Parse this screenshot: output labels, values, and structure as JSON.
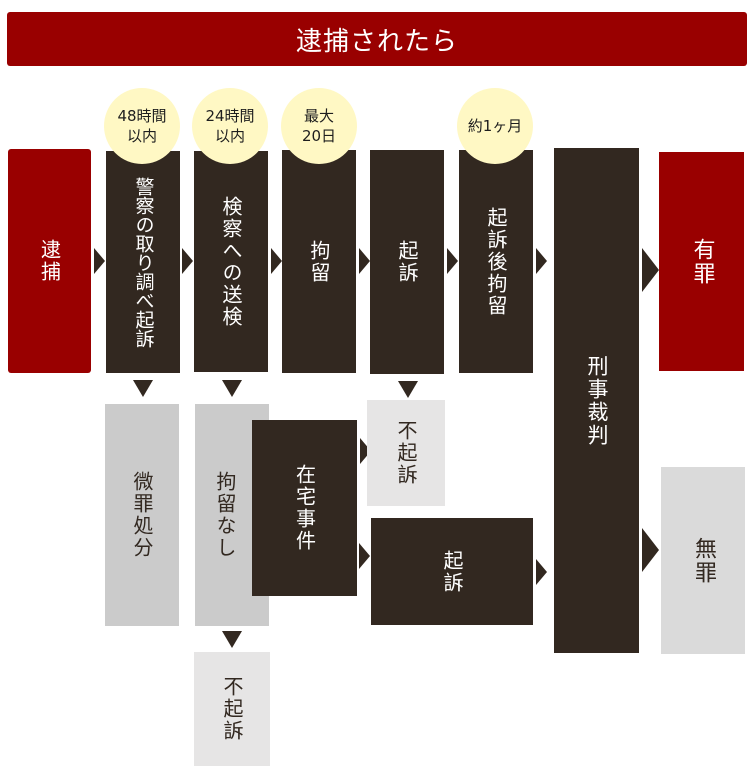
{
  "title": "逮捕されたら",
  "colors": {
    "banner": "#990000",
    "dark_box": "#322820",
    "red_box": "#990000",
    "gray_box": "#cbcbcb",
    "light_box": "#e6e5e5",
    "bubble": "#fff8c4"
  },
  "time_bubbles": [
    {
      "line1": "48時間",
      "line2": "以内"
    },
    {
      "line1": "24時間",
      "line2": "以内"
    },
    {
      "line1": "最大",
      "line2": "20日"
    },
    {
      "line1": "約1ヶ月",
      "line2": ""
    }
  ],
  "main_flow": [
    {
      "label": "逮捕"
    },
    {
      "label": "警察の取り調べ起訴"
    },
    {
      "label": "検察への送検"
    },
    {
      "label": "拘留"
    },
    {
      "label": "起訴"
    },
    {
      "label": "起訴後拘留"
    },
    {
      "label": "刑事裁判"
    }
  ],
  "branches": {
    "minor_offense": "微罪処分",
    "no_detention": "拘留なし",
    "at_home_case": "在宅事件",
    "non_prosecution_top": "不起訴",
    "prosecution_bottom": "起訴",
    "non_prosecution_bottom": "不起訴"
  },
  "verdicts": {
    "guilty": "有罪",
    "not_guilty": "無罪"
  }
}
